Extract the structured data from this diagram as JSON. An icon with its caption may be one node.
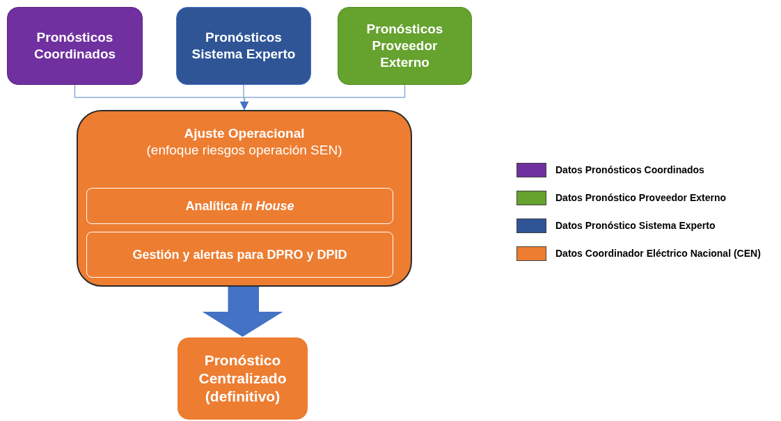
{
  "diagram": {
    "nodes": [
      {
        "text": [
          "Pronósticos Coordinados"
        ]
      },
      {
        "text": [
          "Pronósticos Sistema Experto"
        ]
      },
      {
        "text": [
          "Pronósticos Proveedor Externo"
        ]
      },
      {
        "text": [
          "Ajuste Operacional",
          "(enfoque riesgos operación SEN)"
        ]
      },
      {
        "text": [
          "Analítica *in House*"
        ],
        "in": 3
      },
      {
        "text": [
          "Gestión y alertas para DPRO y DPID"
        ],
        "in": 3
      },
      {
        "text": [
          "Pronóstico Centralizado (definitivo)"
        ]
      }
    ],
    "edges": [
      {
        "from": 0,
        "to": 3,
        "arrow": "to"
      },
      {
        "from": 1,
        "to": 3,
        "arrow": "to"
      },
      {
        "from": 2,
        "to": 3,
        "arrow": "to"
      },
      {
        "from": 3,
        "to": 6,
        "arrow": "to",
        "style": "thick",
        "color": "#4472c4"
      }
    ],
    "legend": [
      {
        "text": "Datos Pronósticos Coordinados",
        "color": "#7030a0"
      },
      {
        "text": "Datos Pronóstico Proveedor Externo",
        "color": "#65a22e"
      },
      {
        "text": "Datos Pronóstico Sistema Experto",
        "color": "#2f5597"
      },
      {
        "text": "Datos Coordinador Eléctrico Nacional (CEN)",
        "color": "#ed7d31"
      }
    ]
  }
}
